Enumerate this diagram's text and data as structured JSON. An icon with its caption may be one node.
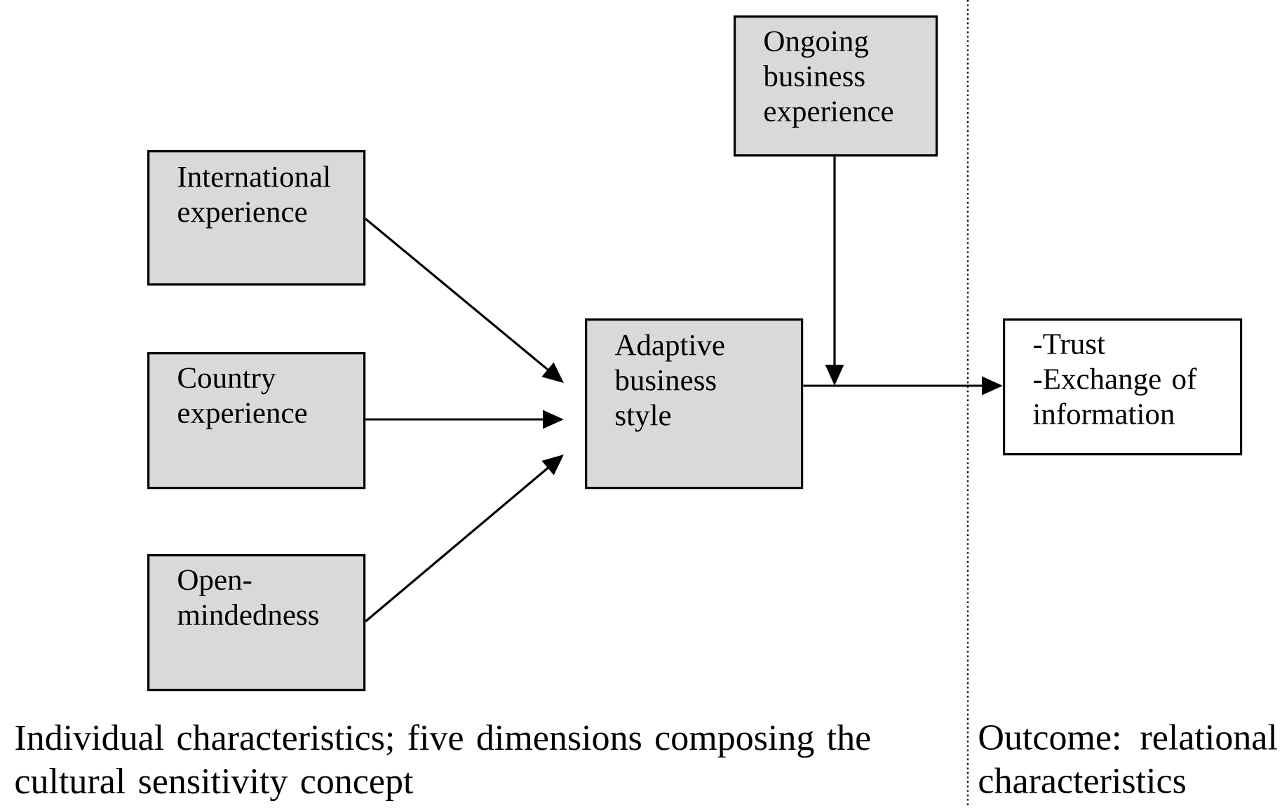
{
  "diagram": {
    "nodes": [
      {
        "text": [
          "International experience"
        ]
      },
      {
        "text": [
          "Country experience"
        ]
      },
      {
        "text": [
          "Open-mindedness"
        ]
      },
      {
        "text": [
          "Adaptive business style"
        ]
      },
      {
        "text": [
          "Ongoing business experience"
        ]
      },
      {
        "text": [
          "-Trust",
          "-Exchange of information"
        ]
      }
    ],
    "edges": [
      {
        "from": 0,
        "to": 3,
        "arrow": "to"
      },
      {
        "from": 1,
        "to": 3,
        "arrow": "to"
      },
      {
        "from": 2,
        "to": 3,
        "arrow": "to"
      },
      {
        "from": 3,
        "to": 5,
        "arrow": "to"
      },
      {
        "from": 4,
        "to": null,
        "arrow": "to"
      }
    ],
    "labels": [
      "Individual characteristics; five dimensions composing the cultural sensitivity concept",
      "Outcome: relational characteristics"
    ]
  }
}
